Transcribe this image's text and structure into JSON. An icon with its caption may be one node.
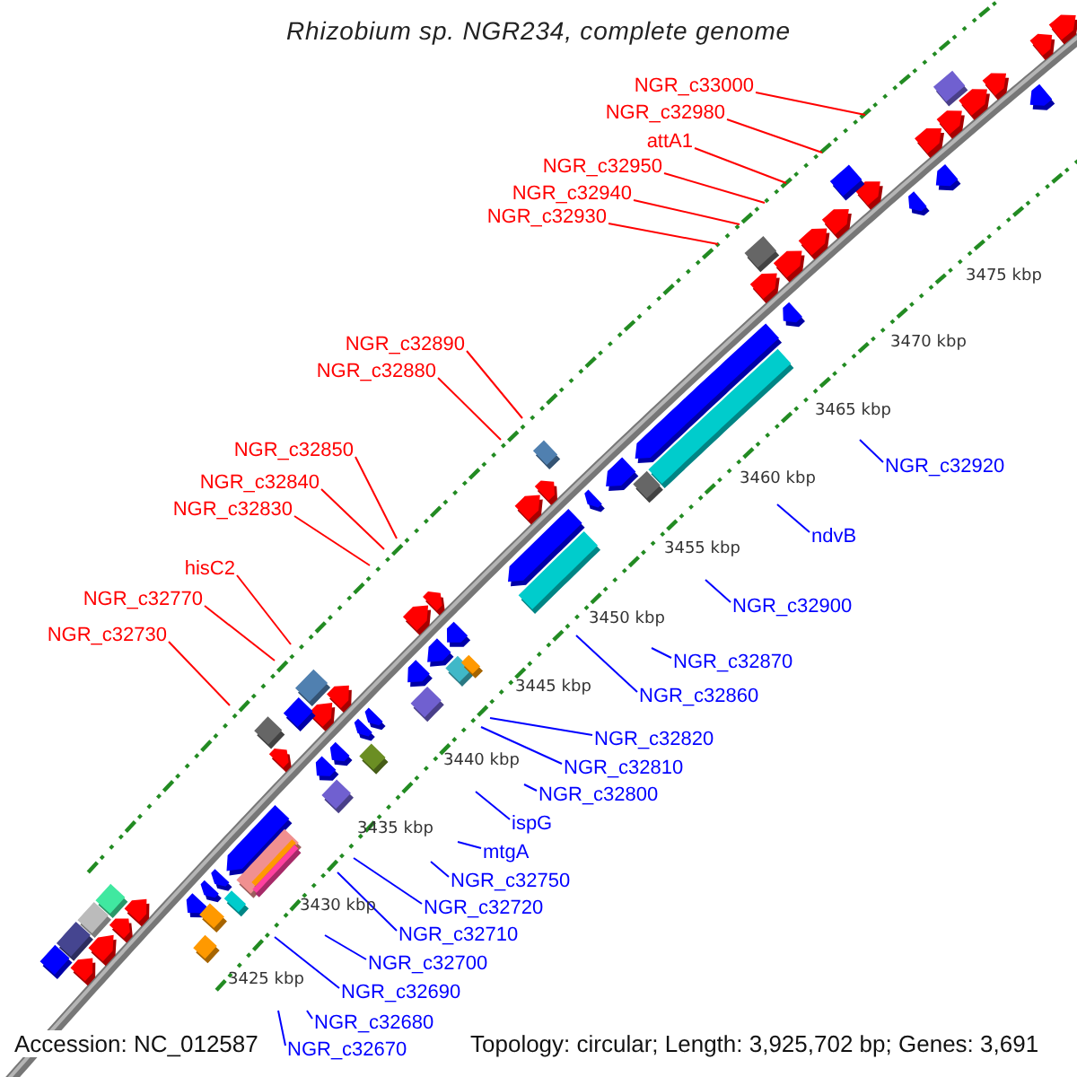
{
  "diagram": {
    "title": "Rhizobium sp. NGR234, complete genome",
    "nodes": [
      {
        "text": [
          "NGR_c33000"
        ]
      },
      {
        "text": [
          "NGR_c32980"
        ]
      },
      {
        "text": [
          "attA1"
        ]
      },
      {
        "text": [
          "NGR_c32950"
        ]
      },
      {
        "text": [
          "NGR_c32940"
        ]
      },
      {
        "text": [
          "NGR_c32930"
        ]
      },
      {
        "text": [
          "NGR_c32890"
        ]
      },
      {
        "text": [
          "NGR_c32880"
        ]
      },
      {
        "text": [
          "NGR_c32850"
        ]
      },
      {
        "text": [
          "NGR_c32840"
        ]
      },
      {
        "text": [
          "NGR_c32830"
        ]
      },
      {
        "text": [
          "hisC2"
        ]
      },
      {
        "text": [
          "NGR_c32770"
        ]
      },
      {
        "text": [
          "NGR_c32730"
        ]
      },
      {
        "text": [
          "NGR_c32920"
        ]
      },
      {
        "text": [
          "ndvB"
        ]
      },
      {
        "text": [
          "NGR_c32900"
        ]
      },
      {
        "text": [
          "NGR_c32870"
        ]
      },
      {
        "text": [
          "NGR_c32860"
        ]
      },
      {
        "text": [
          "NGR_c32820"
        ]
      },
      {
        "text": [
          "NGR_c32810"
        ]
      },
      {
        "text": [
          "NGR_c32800"
        ]
      },
      {
        "text": [
          "ispG"
        ]
      },
      {
        "text": [
          "mtgA"
        ]
      },
      {
        "text": [
          "NGR_c32750"
        ]
      },
      {
        "text": [
          "NGR_c32720"
        ]
      },
      {
        "text": [
          "NGR_c32710"
        ]
      },
      {
        "text": [
          "NGR_c32700"
        ]
      },
      {
        "text": [
          "NGR_c32690"
        ]
      },
      {
        "text": [
          "NGR_c32680"
        ]
      },
      {
        "text": [
          "NGR_c32670"
        ]
      }
    ],
    "edges": [
      {
        "from": 0,
        "to": null,
        "arrow": "none",
        "color": "#ff0000"
      },
      {
        "from": 1,
        "to": null,
        "arrow": "none",
        "color": "#ff0000"
      },
      {
        "from": 2,
        "to": null,
        "arrow": "none",
        "color": "#ff0000"
      },
      {
        "from": 3,
        "to": null,
        "arrow": "none",
        "color": "#ff0000"
      },
      {
        "from": 4,
        "to": null,
        "arrow": "none",
        "color": "#ff0000"
      },
      {
        "from": 5,
        "to": null,
        "arrow": "none",
        "color": "#ff0000"
      },
      {
        "from": 6,
        "to": null,
        "arrow": "none",
        "color": "#ff0000"
      },
      {
        "from": 7,
        "to": null,
        "arrow": "none",
        "color": "#ff0000"
      },
      {
        "from": 8,
        "to": null,
        "arrow": "none",
        "color": "#ff0000"
      },
      {
        "from": 9,
        "to": null,
        "arrow": "none",
        "color": "#ff0000"
      },
      {
        "from": 10,
        "to": null,
        "arrow": "none",
        "color": "#ff0000"
      },
      {
        "from": 11,
        "to": null,
        "arrow": "none",
        "color": "#ff0000"
      },
      {
        "from": 12,
        "to": null,
        "arrow": "none",
        "color": "#ff0000"
      },
      {
        "from": 13,
        "to": null,
        "arrow": "none",
        "color": "#ff0000"
      },
      {
        "from": 14,
        "to": null,
        "arrow": "none"
      },
      {
        "from": 15,
        "to": null,
        "arrow": "none"
      },
      {
        "from": 16,
        "to": null,
        "arrow": "none"
      },
      {
        "from": 17,
        "to": null,
        "arrow": "none"
      },
      {
        "from": 18,
        "to": null,
        "arrow": "none"
      },
      {
        "from": 19,
        "to": null,
        "arrow": "none"
      },
      {
        "from": 20,
        "to": null,
        "arrow": "none"
      },
      {
        "from": 21,
        "to": null,
        "arrow": "none"
      },
      {
        "from": 22,
        "to": null,
        "arrow": "none"
      },
      {
        "from": 23,
        "to": null,
        "arrow": "none"
      },
      {
        "from": 24,
        "to": null,
        "arrow": "none"
      },
      {
        "from": 25,
        "to": null,
        "arrow": "none"
      },
      {
        "from": 26,
        "to": null,
        "arrow": "none"
      },
      {
        "from": 27,
        "to": null,
        "arrow": "none"
      },
      {
        "from": 28,
        "to": null,
        "arrow": "none"
      },
      {
        "from": 29,
        "to": null,
        "arrow": "none"
      },
      {
        "from": 30,
        "to": null,
        "arrow": "none"
      }
    ],
    "labels": [
      "3475 kbp",
      "3470 kbp",
      "3465 kbp",
      "3460 kbp",
      "3455 kbp",
      "3450 kbp",
      "3445 kbp",
      "3440 kbp",
      "3435 kbp",
      "3430 kbp",
      "3425 kbp",
      "Accession: NC_012587",
      "Topology: circular; Length: 3,925,702 bp; Genes: 3,691"
    ]
  }
}
